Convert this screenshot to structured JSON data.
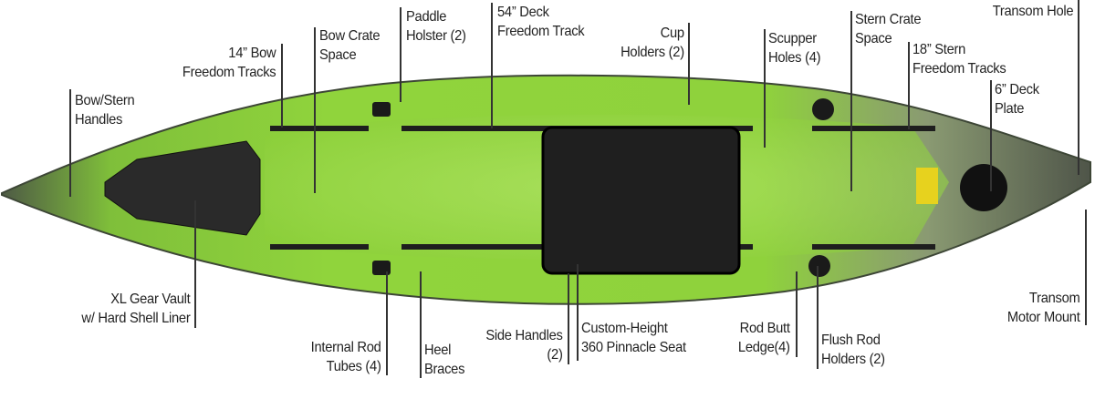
{
  "title": "Kayak feature diagram",
  "colors": {
    "hull_green": "#8ccf3a",
    "hull_dark": "#5c6350",
    "fittings": "#1e1e1e",
    "label_text": "#222222"
  },
  "labels": {
    "bow_stern_handles": [
      "Bow/Stern",
      "Handles"
    ],
    "bow_tracks": [
      "14” Bow",
      "Freedom Tracks"
    ],
    "bow_crate": [
      "Bow Crate",
      "Space"
    ],
    "paddle_holster": [
      "Paddle",
      "Holster (2)"
    ],
    "deck_track": [
      "54” Deck",
      "Freedom Track"
    ],
    "cup_holders": [
      "Cup",
      "Holders (2)"
    ],
    "scupper_holes": [
      "Scupper",
      "Holes (4)"
    ],
    "stern_crate": [
      "Stern Crate",
      "Space"
    ],
    "stern_tracks": [
      "18” Stern",
      "Freedom Tracks"
    ],
    "deck_plate": [
      "6” Deck",
      "Plate"
    ],
    "transom_hole": [
      "Transom Hole"
    ],
    "gear_vault": [
      "XL Gear Vault",
      "w/ Hard Shell Liner"
    ],
    "rod_tubes": [
      "Internal Rod",
      "Tubes (4)"
    ],
    "heel_braces": [
      "Heel",
      "Braces"
    ],
    "side_handles": [
      "Side Handles",
      "(2)"
    ],
    "seat": [
      "Custom-Height",
      "360 Pinnacle Seat"
    ],
    "rod_butt_ledge": [
      "Rod Butt",
      "Ledge(4)"
    ],
    "flush_rod_holders": [
      "Flush Rod",
      "Holders (2)"
    ],
    "motor_mount": [
      "Transom",
      "Motor Mount"
    ]
  }
}
